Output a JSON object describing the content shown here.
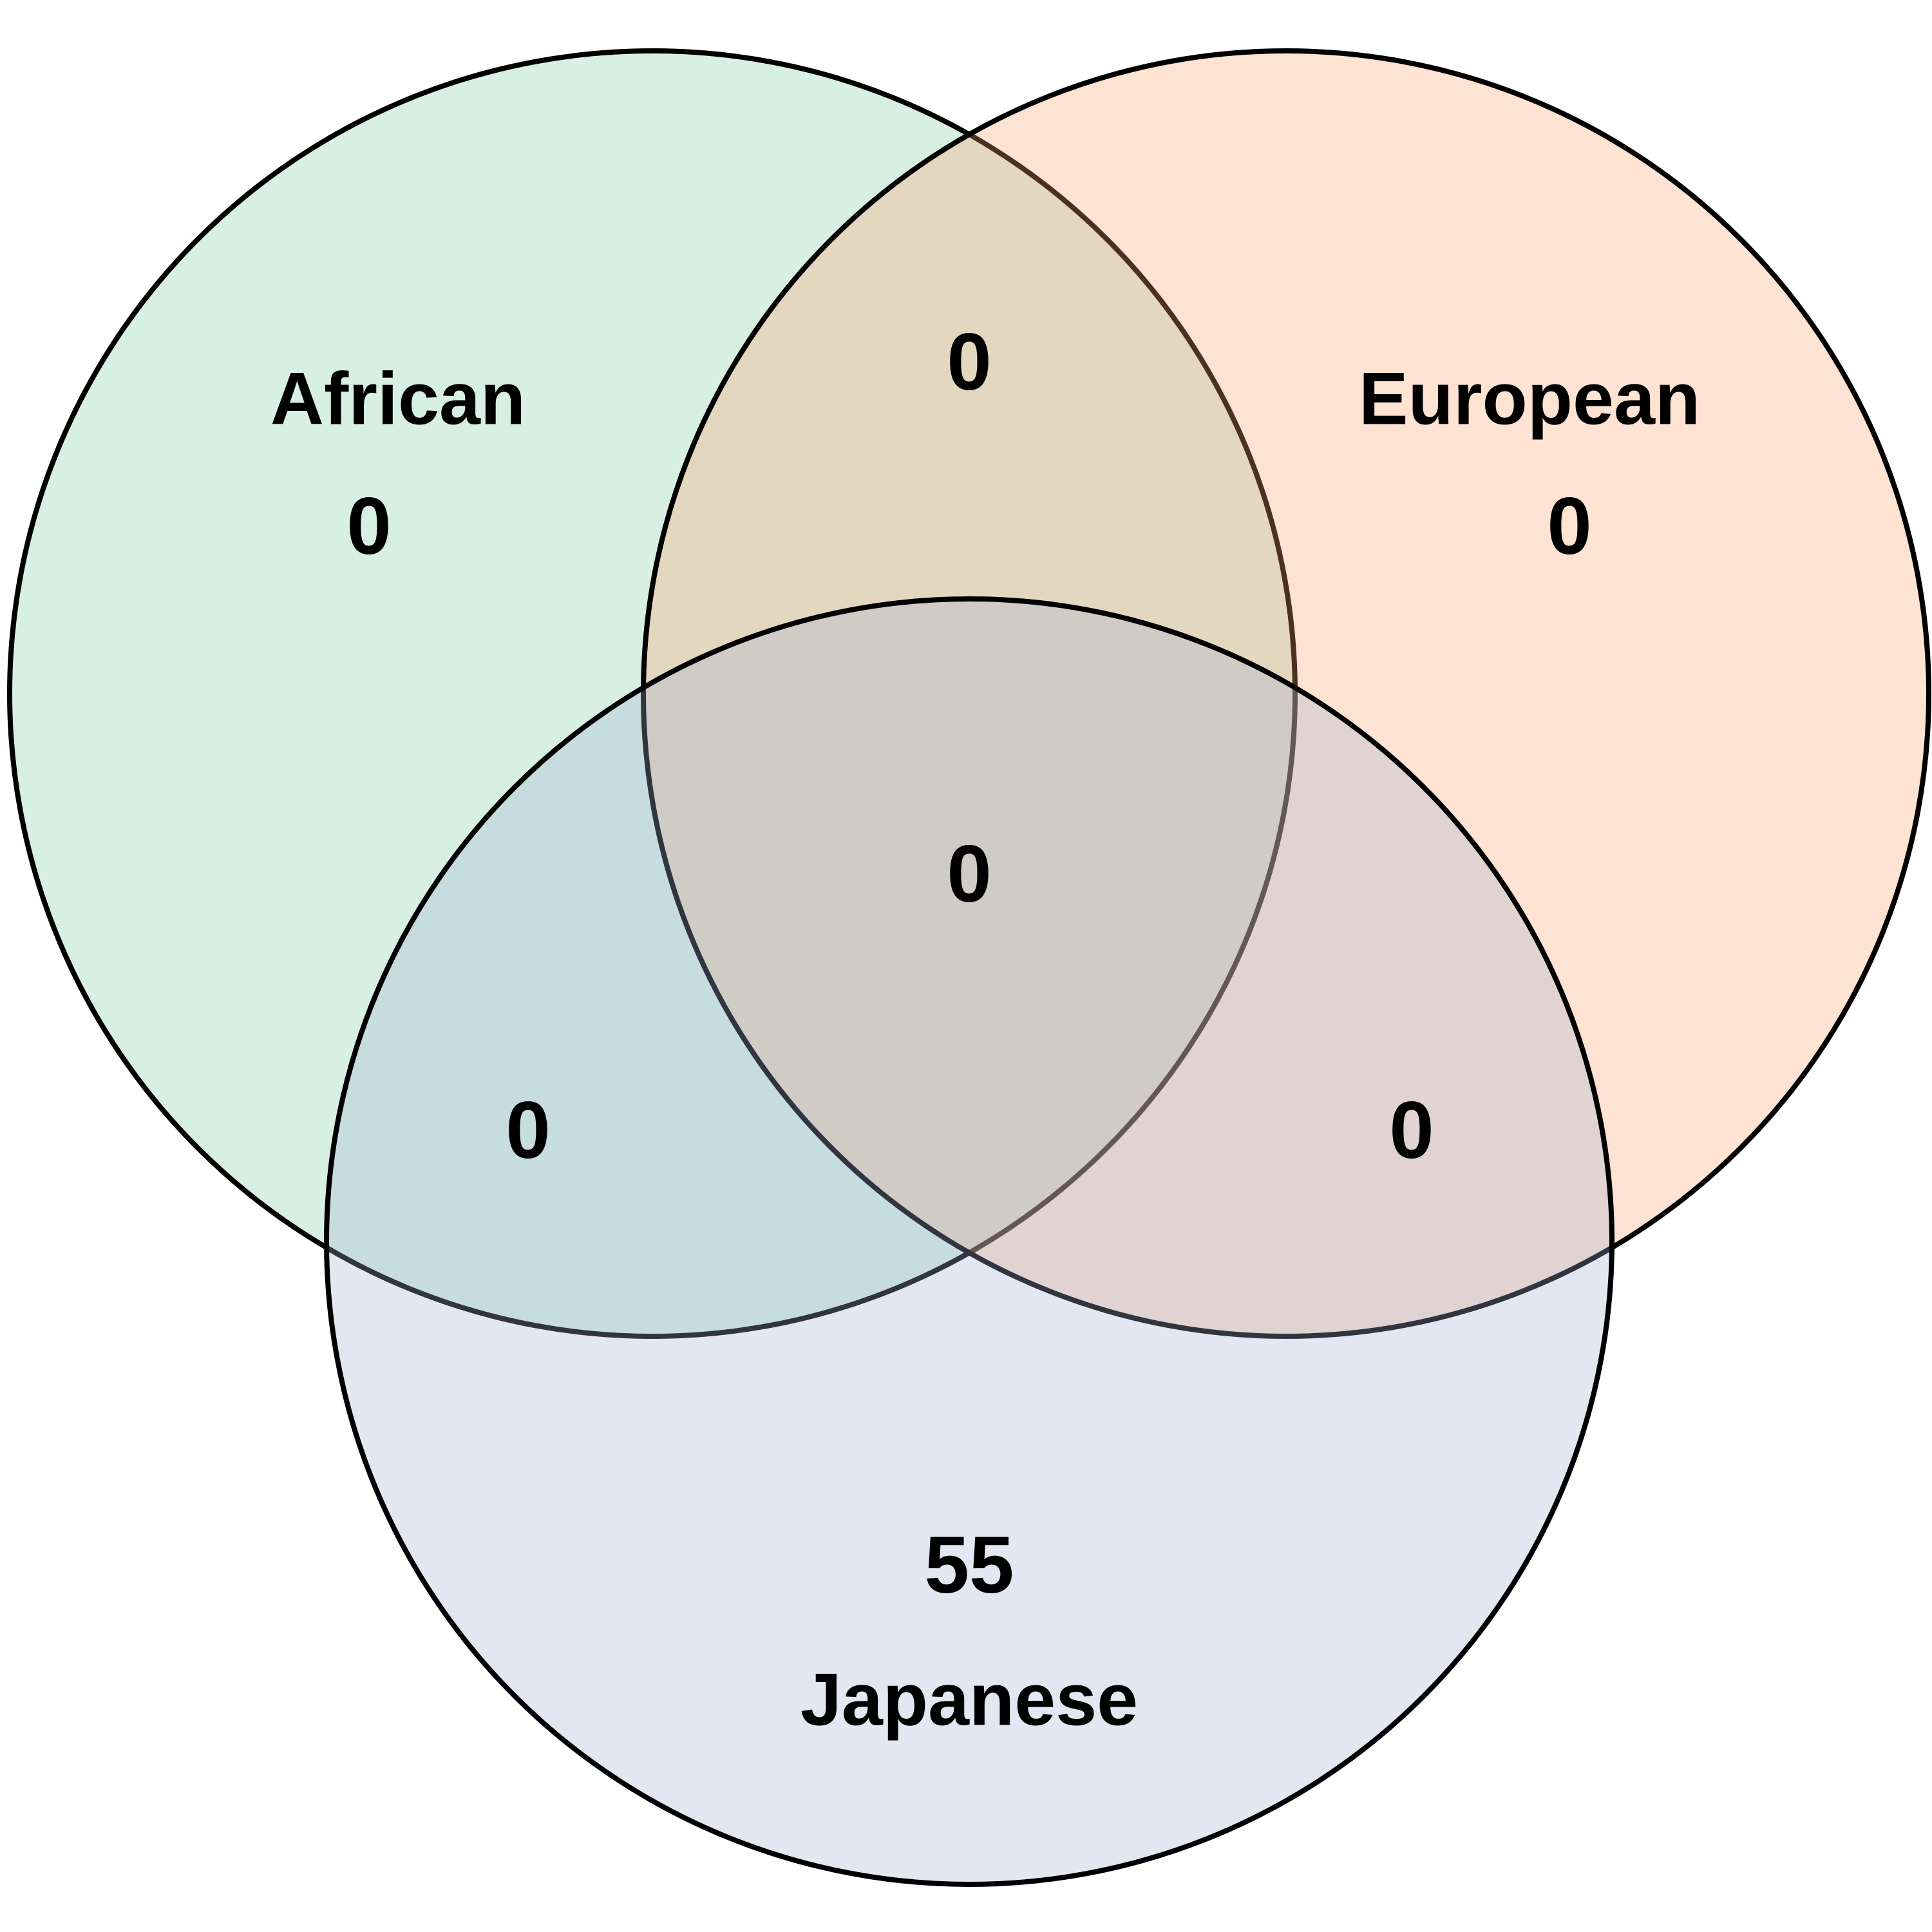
{
  "sets": [
    {
      "key": "african",
      "label": "African",
      "color": "#7fc9a5",
      "opacity": 0.3
    },
    {
      "key": "european",
      "label": "European",
      "color": "#fca26b",
      "opacity": 0.3
    },
    {
      "key": "japanese",
      "label": "Japanese",
      "color": "#a0b0d0",
      "opacity": 0.3
    }
  ],
  "regions": {
    "african_only": "0",
    "european_only": "0",
    "japanese_only": "55",
    "african_european": "0",
    "african_japanese": "0",
    "european_japanese": "0",
    "all_three": "0"
  }
}
